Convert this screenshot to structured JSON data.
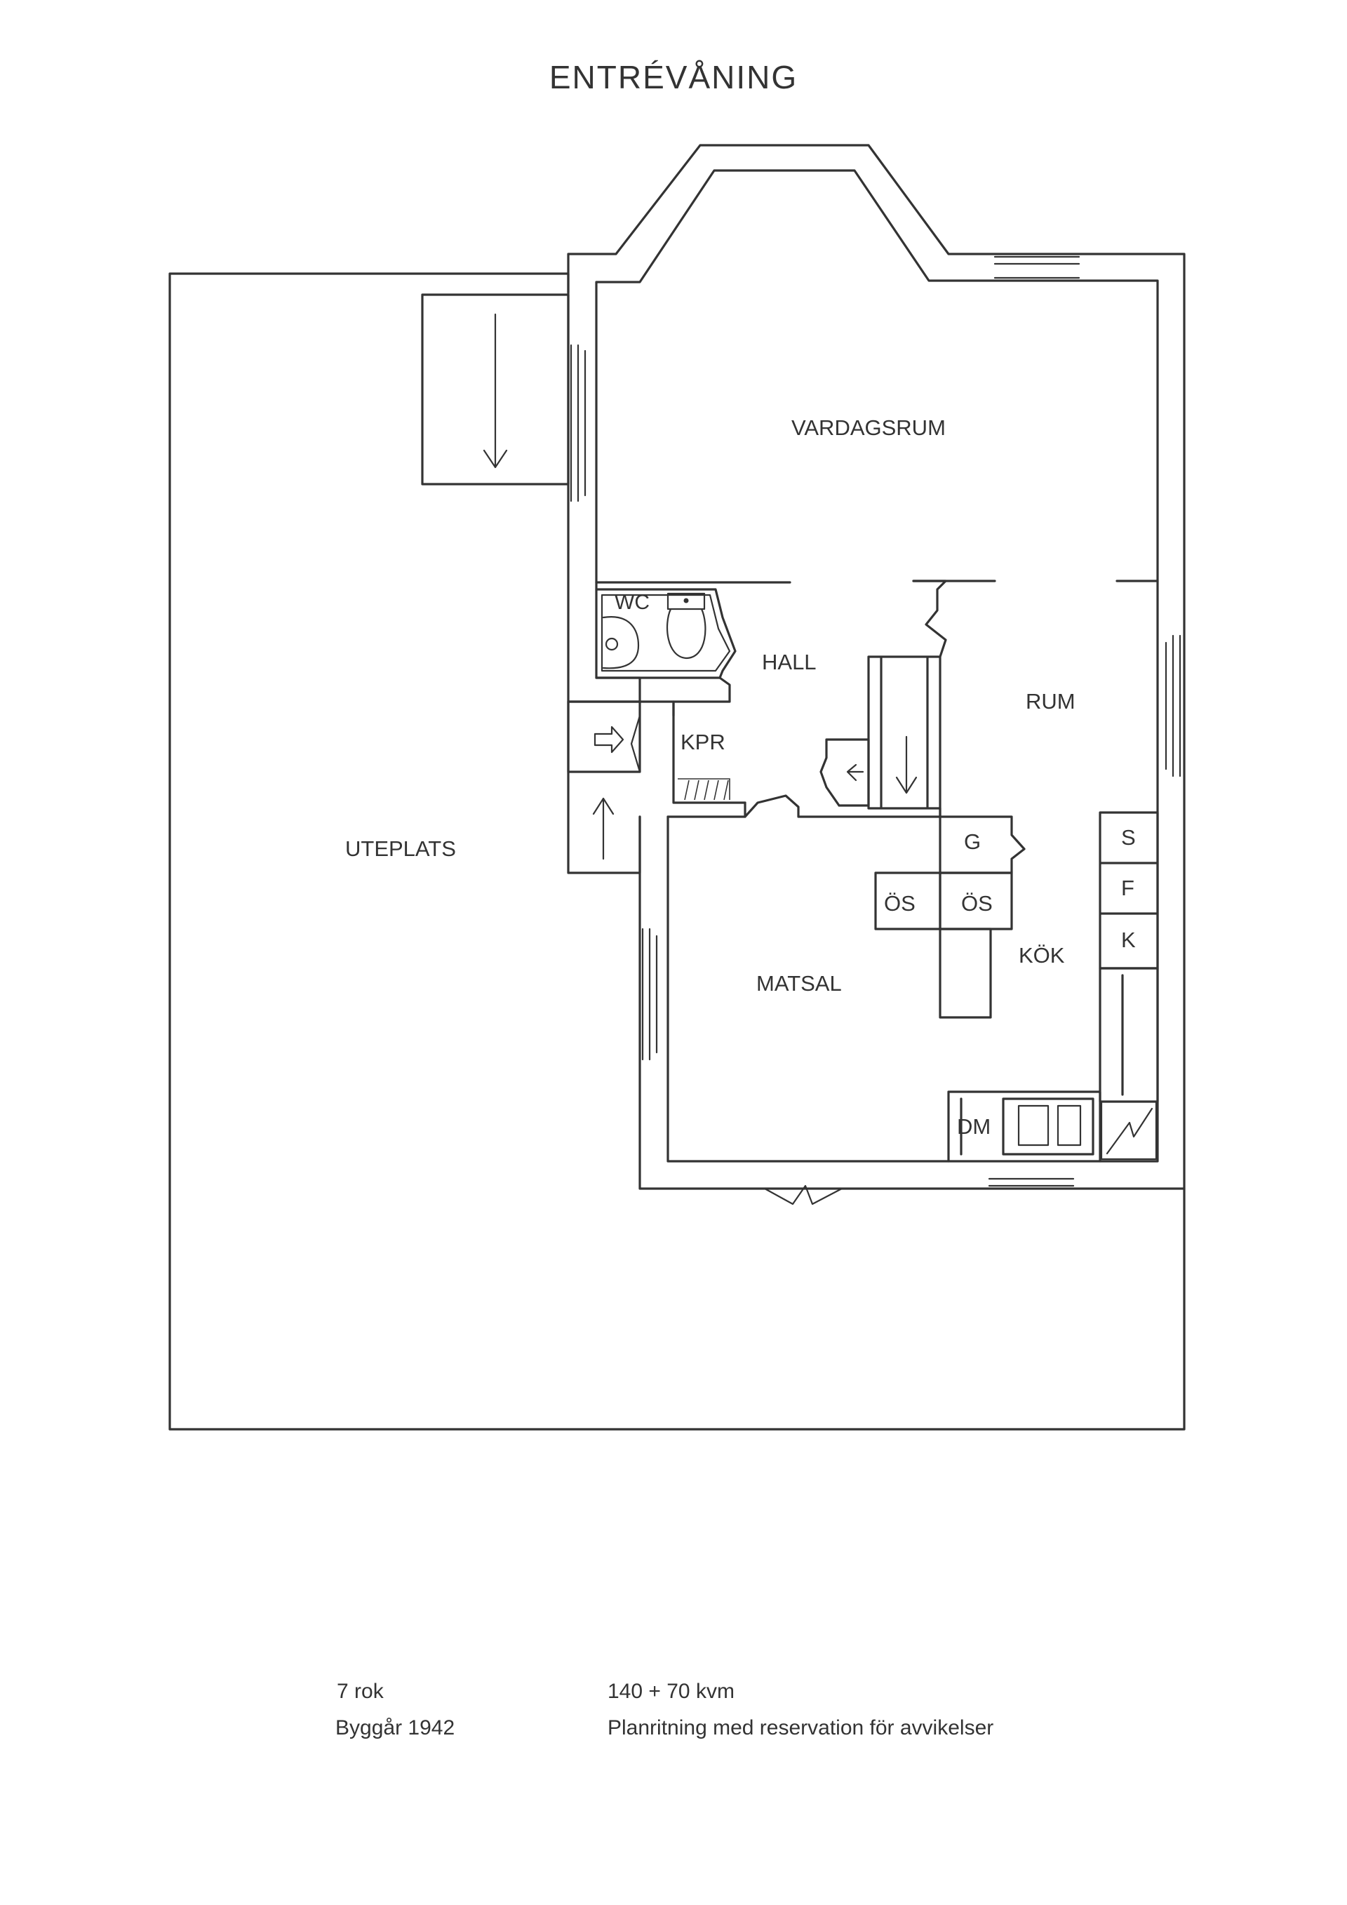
{
  "title": "ENTRÉVÅNING",
  "rooms": {
    "vardagsrum": "VARDAGSRUM",
    "wc": "WC",
    "hall": "HALL",
    "rum": "RUM",
    "kpr": "KPR",
    "uteplats": "UTEPLATS",
    "g": "G",
    "os1": "ÖS",
    "os2": "ÖS",
    "s": "S",
    "f": "F",
    "k": "K",
    "kok": "KÖK",
    "matsal": "MATSAL",
    "dm": "DM"
  },
  "footer": {
    "rooms": "7 rok",
    "area": "140 + 70 kvm",
    "built": "Byggår 1942",
    "disclaimer": "Planritning med reservation för avvikelser"
  }
}
